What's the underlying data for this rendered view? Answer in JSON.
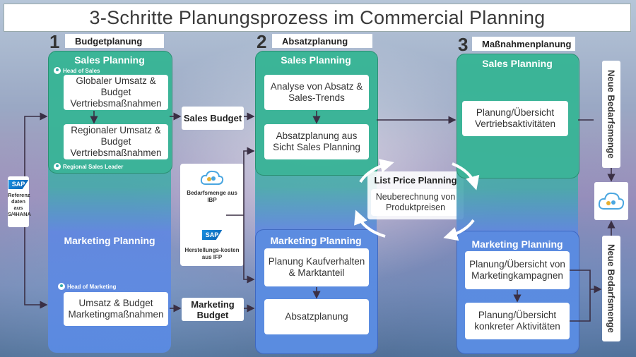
{
  "title": "3-Schritte Planungsprozess im Commercial Planning",
  "steps": [
    {
      "number": "1",
      "label": "Budgetplanung"
    },
    {
      "number": "2",
      "label": "Absatzplanung"
    },
    {
      "number": "3",
      "label": "Maßnahmenplanung"
    }
  ],
  "col1": {
    "sales_header": "Sales Planning",
    "role_top": "Head of Sales",
    "box_global": "Globaler Umsatz & Budget Vertriebsmaßnahmen",
    "box_regional": "Regionaler Umsatz & Budget Vertriebsmaßnahmen",
    "role_regional": "Regional Sales Leader",
    "marketing_header": "Marketing Planning",
    "role_marketing": "Head of Marketing",
    "box_marketing": "Umsatz & Budget Marketingmaßnahmen"
  },
  "sap_source": {
    "logo": "SAP",
    "text": "Referenz daten aus S/4HANA"
  },
  "flow": {
    "sales_budget": "Sales Budget",
    "marketing_budget": "Marketing Budget",
    "ibp_label": "Bedarfsmenge aus IBP",
    "ifp_logo": "SAP",
    "ifp_label": "Herstellungs-kosten aus IFP"
  },
  "col2": {
    "sales_header": "Sales Planning",
    "box_analyse": "Analyse von Absatz & Sales-Trends",
    "box_absatz": "Absatzplanung aus Sicht Sales Planning",
    "marketing_header": "Marketing Planning",
    "box_kauf": "Planung Kaufverhalten & Marktanteil",
    "box_absatzplanung": "Absatzplanung"
  },
  "list_price": {
    "header": "List Price Planning",
    "box": "Neuberechnung von Produktpreisen"
  },
  "col3": {
    "sales_header": "Sales Planning",
    "box_vertrieb": "Planung/Übersicht Vertriebsaktivitäten",
    "marketing_header": "Marketing Planning",
    "box_kampagnen": "Planung/Übersicht von Marketingkampagnen",
    "box_aktivitaeten": "Planung/Übersicht konkreter Aktivitäten"
  },
  "right": {
    "top_label": "Neue Bedarfsmenge",
    "bottom_label": "Neue Bedarfsmenge"
  },
  "colors": {
    "green": "#3ab496",
    "blue": "#5a8ce1",
    "arrow": "#3a2f44"
  }
}
